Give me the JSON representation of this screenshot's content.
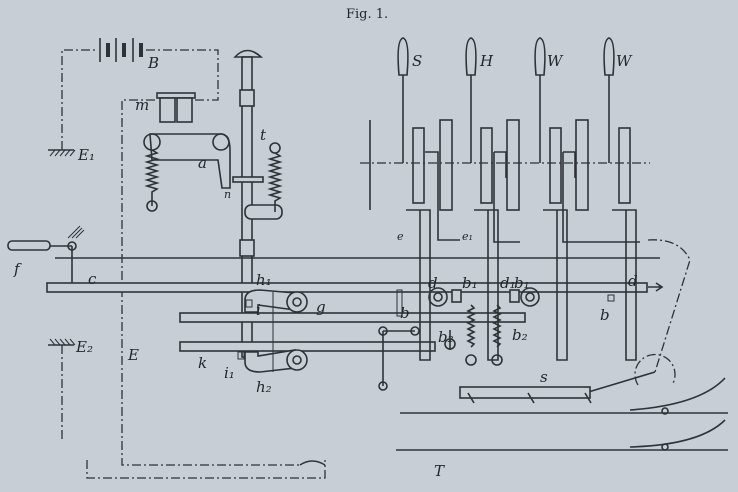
{
  "figure": {
    "title": "Fig. 1.",
    "levers": [
      "S",
      "H",
      "W",
      "W"
    ],
    "labels": {
      "battery": "B",
      "magnet": "m",
      "ground1": "E₁",
      "ground2": "E₂",
      "lever_arm": "a",
      "rod": "t",
      "catch": "n",
      "handle": "f",
      "rod_c": "c",
      "rod_g": "g",
      "rod_k": "k",
      "h1": "h₁",
      "h2": "h₂",
      "i": "i",
      "i1": "i₁",
      "d": "d",
      "d1": "d₁",
      "b": "b",
      "b1": "b₁",
      "b2": "b₂",
      "e": "e",
      "e1": "e₁",
      "s": "s",
      "wire": "E",
      "signal": "T"
    }
  }
}
